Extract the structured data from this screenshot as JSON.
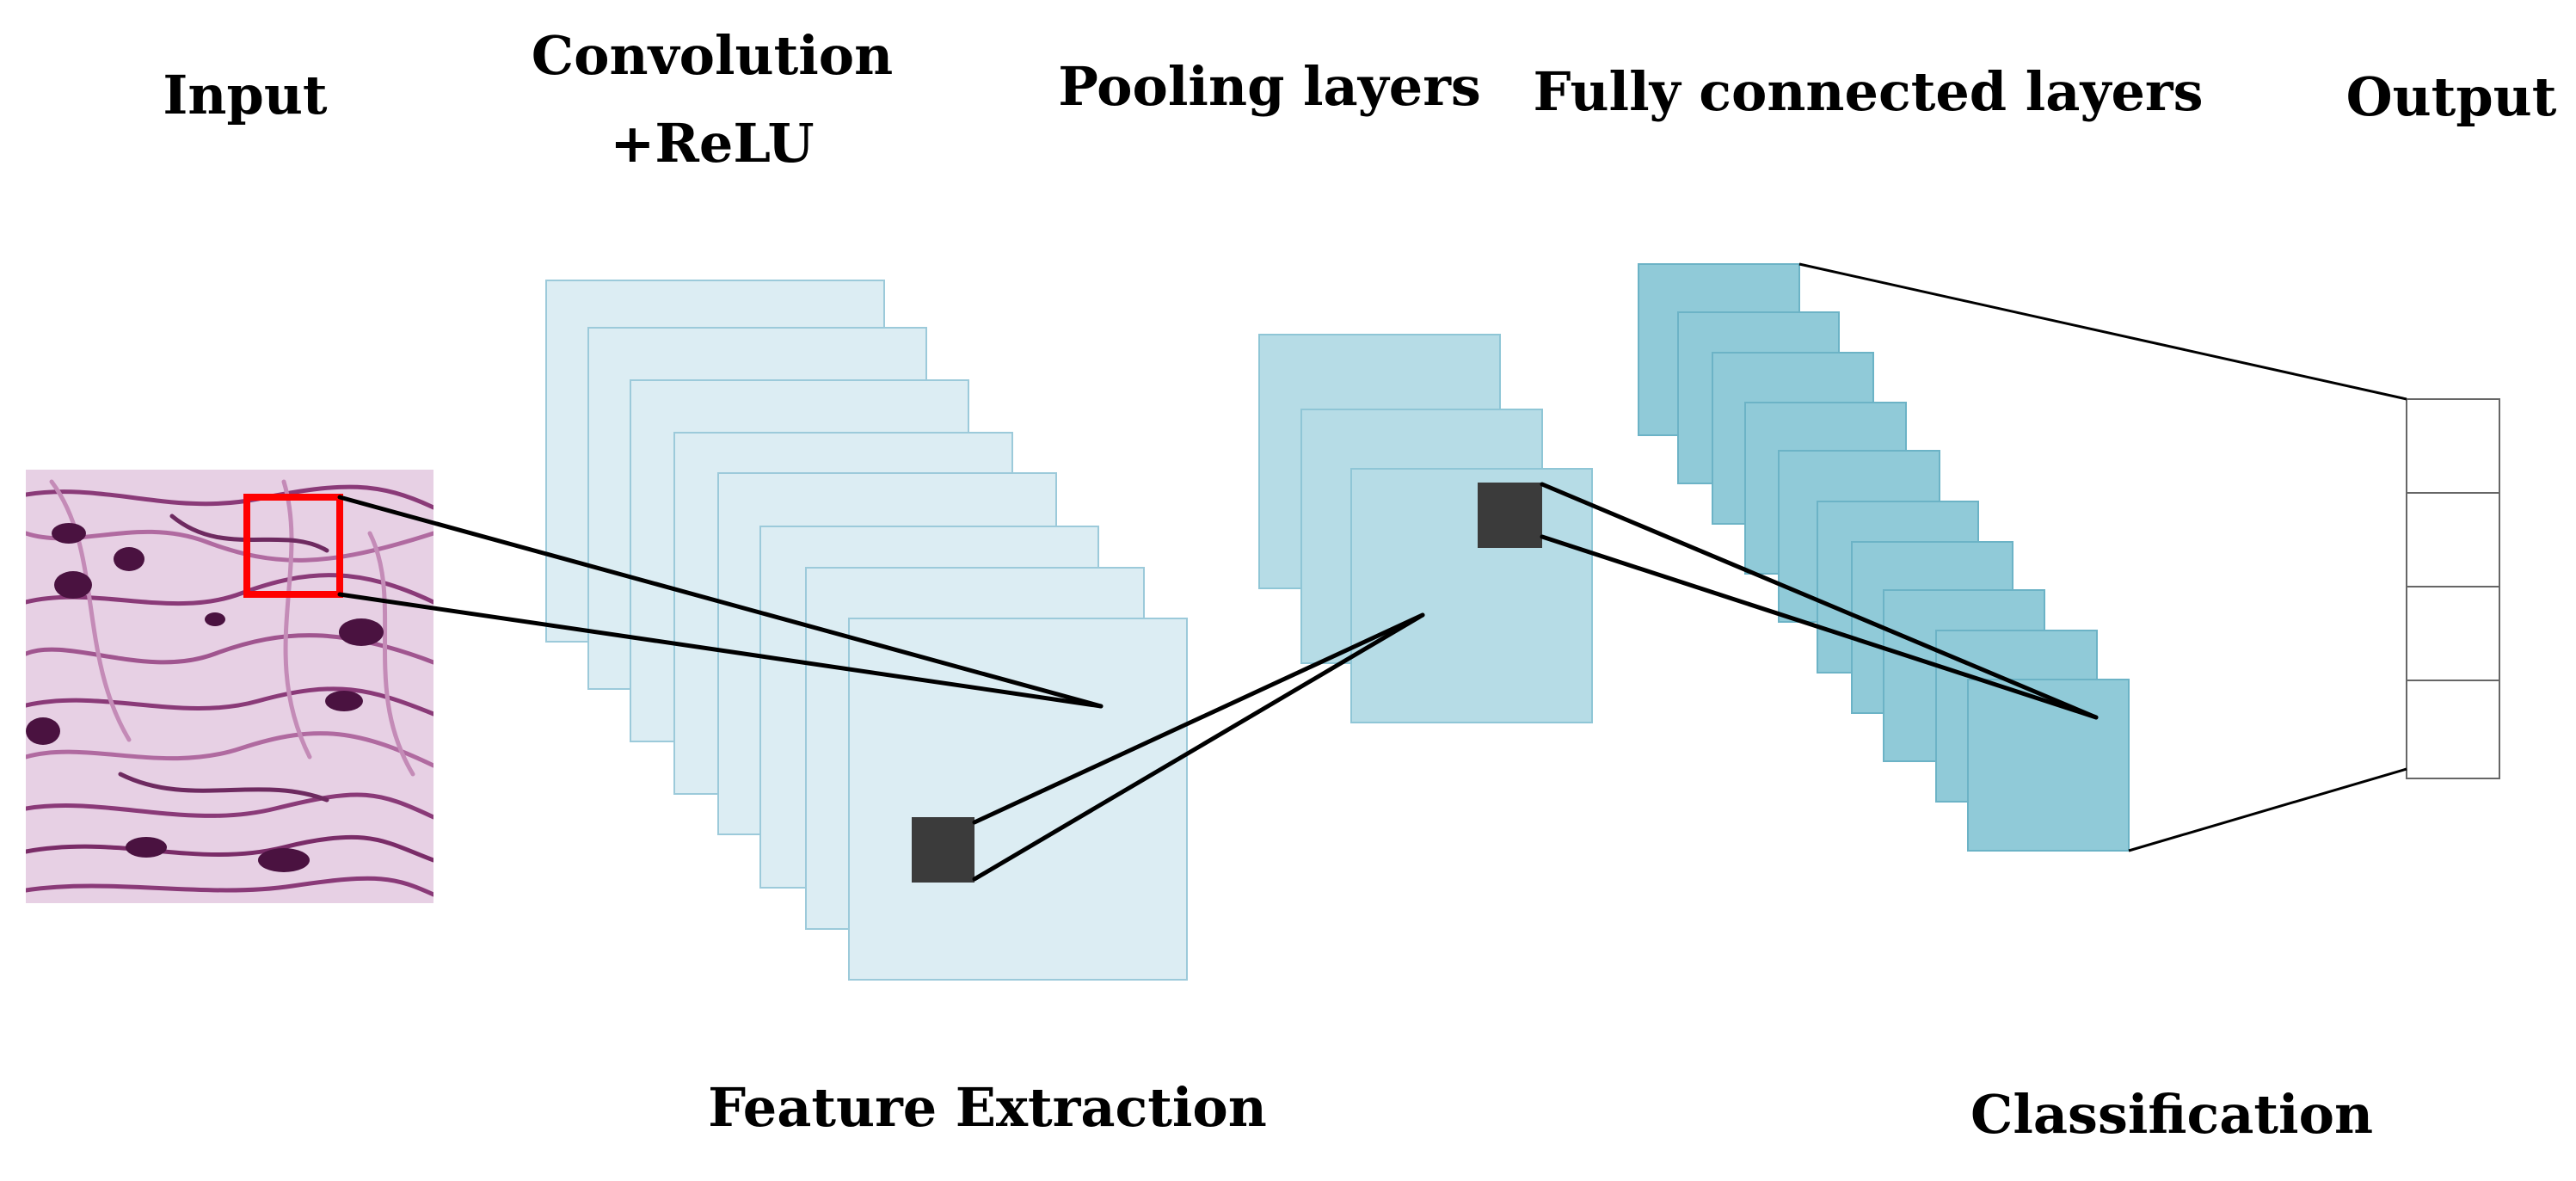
{
  "labels": {
    "input": "Input",
    "convolution_line1": "Convolution",
    "convolution_line2": "+ReLU",
    "pooling": "Pooling layers",
    "fully_connected": "Fully connected layers",
    "output": "Output",
    "feature_extraction": "Feature Extraction",
    "classification": "Classification"
  },
  "colors": {
    "conv_fill": "#dcedf3",
    "conv_stroke": "#9ccada",
    "pool_fill": "#b6dce6",
    "pool_stroke": "#8fc6d6",
    "fc_fill": "#90cad8",
    "fc_stroke": "#6cb3c6",
    "kernel_fill": "#3b3b3b",
    "receptive_field": "#ff0000",
    "tissue_bg": "#e7d0e4",
    "tissue_fiber": "#8a3a78",
    "tissue_nucleus": "#4a1240"
  },
  "icons": {
    "input_image": "histology-tissue-image",
    "kernel": "kernel-square"
  }
}
